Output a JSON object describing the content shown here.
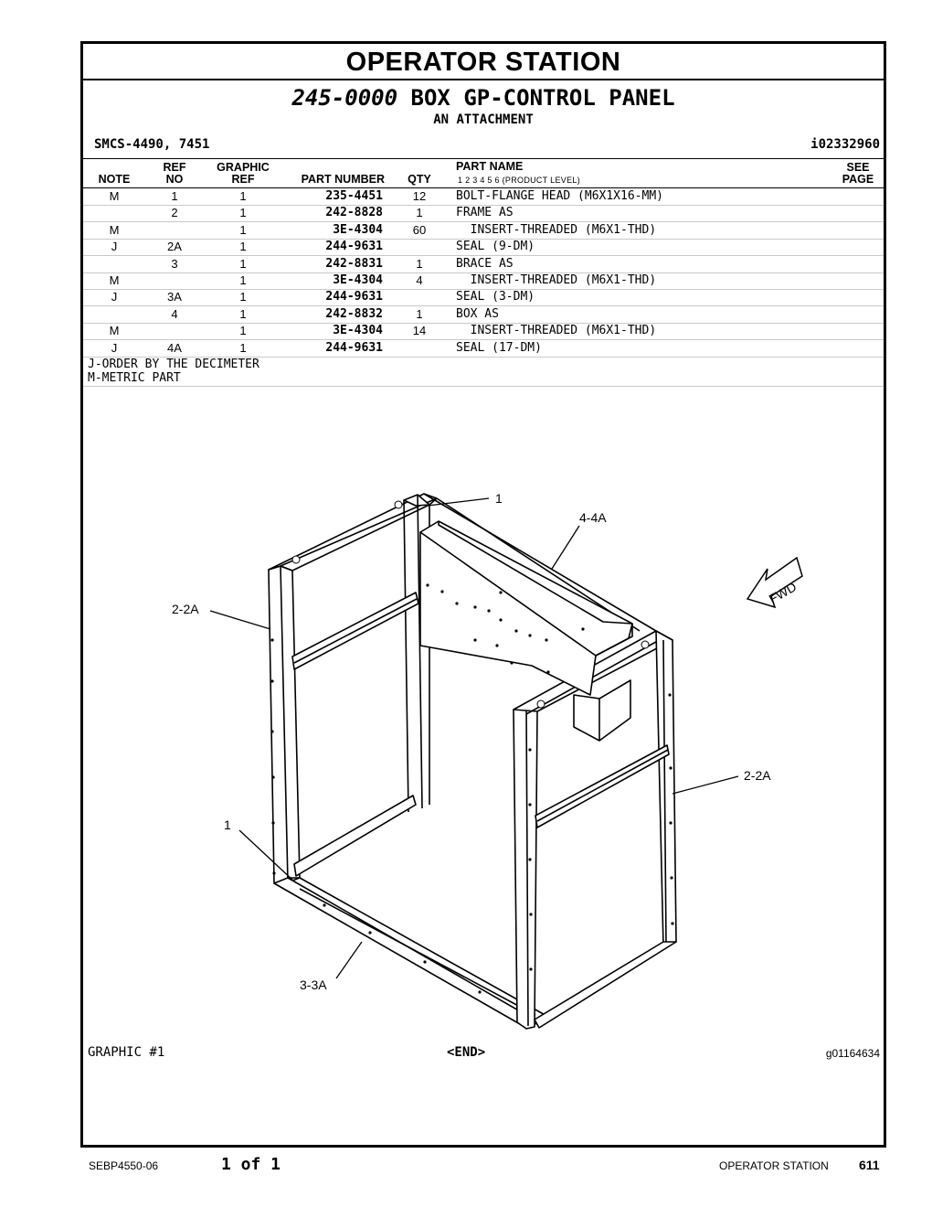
{
  "header": {
    "section_title": "OPERATOR STATION",
    "group_number": "245-0000",
    "group_name": "BOX GP-CONTROL PANEL",
    "subtitle": "AN ATTACHMENT",
    "smcs": "SMCS-4490, 7451",
    "identifier": "i02332960"
  },
  "columns": {
    "note": "NOTE",
    "ref_top": "REF",
    "ref_bottom": "NO",
    "graphic_top": "GRAPHIC",
    "graphic_bottom": "REF",
    "part_number": "PART NUMBER",
    "qty": "QTY",
    "part_name": "PART NAME",
    "product_level": "1   2   3   4   5   6   (PRODUCT LEVEL)",
    "see_top": "SEE",
    "see_bottom": "PAGE"
  },
  "parts": [
    {
      "note": "M",
      "ref": "1",
      "gref": "1",
      "pn": "235-4451",
      "qty": "12",
      "name": "BOLT-FLANGE HEAD (M6X1X16-MM)"
    },
    {
      "note": "",
      "ref": "2",
      "gref": "1",
      "pn": "242-8828",
      "qty": "1",
      "name": "FRAME AS"
    },
    {
      "note": "M",
      "ref": "",
      "gref": "1",
      "pn": "3E-4304",
      "qty": "60",
      "name": "  INSERT-THREADED (M6X1-THD)"
    },
    {
      "note": "J",
      "ref": "2A",
      "gref": "1",
      "pn": "244-9631",
      "qty": "",
      "name": "SEAL (9-DM)"
    },
    {
      "note": "",
      "ref": "3",
      "gref": "1",
      "pn": "242-8831",
      "qty": "1",
      "name": "BRACE AS"
    },
    {
      "note": "M",
      "ref": "",
      "gref": "1",
      "pn": "3E-4304",
      "qty": "4",
      "name": "  INSERT-THREADED (M6X1-THD)"
    },
    {
      "note": "J",
      "ref": "3A",
      "gref": "1",
      "pn": "244-9631",
      "qty": "",
      "name": "SEAL (3-DM)"
    },
    {
      "note": "",
      "ref": "4",
      "gref": "1",
      "pn": "242-8832",
      "qty": "1",
      "name": "BOX AS"
    },
    {
      "note": "M",
      "ref": "",
      "gref": "1",
      "pn": "3E-4304",
      "qty": "14",
      "name": "  INSERT-THREADED (M6X1-THD)"
    },
    {
      "note": "J",
      "ref": "4A",
      "gref": "1",
      "pn": "244-9631",
      "qty": "",
      "name": "SEAL (17-DM)"
    }
  ],
  "notes": [
    "J-ORDER BY THE DECIMETER",
    "M-METRIC PART"
  ],
  "graphic": {
    "label": "GRAPHIC #1",
    "end": "<END>",
    "graphic_id": "g01164634",
    "callouts": {
      "c1_top": "1",
      "c4": "4-4A",
      "c2_left": "2-2A",
      "c2_right": "2-2A",
      "c1_bottom": "1",
      "c3": "3-3A",
      "fwd": "FWD"
    }
  },
  "footer": {
    "doc_id": "SEBP4550-06",
    "page_of": "1 of 1",
    "section": "OPERATOR STATION",
    "page_number": "611"
  }
}
